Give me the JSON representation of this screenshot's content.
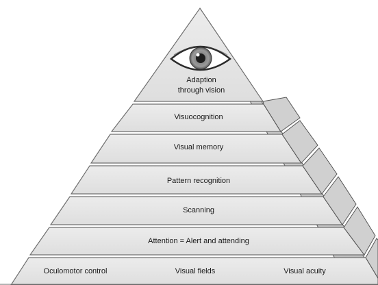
{
  "diagram": {
    "type": "pyramid",
    "apex": {
      "icon": "eye-icon",
      "label_line1": "Adaption",
      "label_line2": "through vision"
    },
    "levels": [
      {
        "label": "Visuocognition"
      },
      {
        "label": "Visual memory"
      },
      {
        "label": "Pattern recognition"
      },
      {
        "label": "Scanning"
      },
      {
        "label": "Attention = Alert and attending"
      }
    ],
    "base": {
      "items": [
        {
          "label": "Oculomotor control"
        },
        {
          "label": "Visual fields"
        },
        {
          "label": "Visual acuity"
        }
      ]
    },
    "colors": {
      "front_face": "#e6e6e6",
      "side_face": "#c9c9c9",
      "band_edge": "#7a7a7a",
      "outline": "#555555",
      "iris": "#8c8c8c",
      "pupil": "#1e1e1e"
    }
  }
}
